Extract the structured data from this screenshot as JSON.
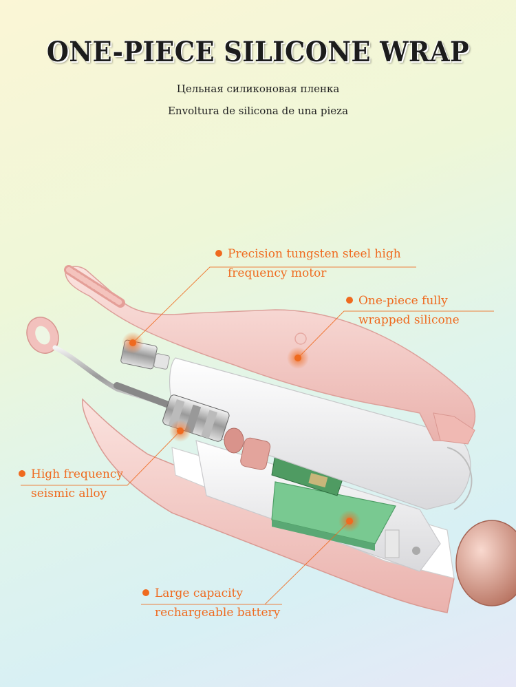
{
  "heading": {
    "title": "ONE-PIECE SILICONE WRAP",
    "subtitle_ru": "Цельная силиконовая пленка",
    "subtitle_es": "Envoltura de silicona de una pieza"
  },
  "callouts": [
    {
      "line1": "Precision tungsten steel high",
      "line2": "frequency motor"
    },
    {
      "line1": "One-piece fully",
      "line2": "wrapped silicone"
    },
    {
      "line1": "High frequency",
      "line2": "seismic alloy"
    },
    {
      "line1": "Large capacity",
      "line2": "rechargeable battery"
    }
  ],
  "colors": {
    "accent": "#ef6a1f",
    "silicone_pink": "#f3c6c2",
    "shell_white": "#eeeeee",
    "battery_green": "#6ec08a"
  }
}
